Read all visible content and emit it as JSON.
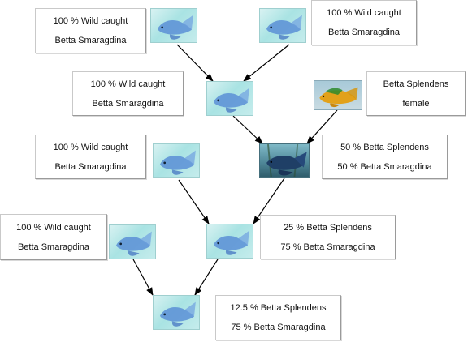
{
  "generations": {
    "g1_left": {
      "line1": "100 % Wild caught",
      "line2": "Betta Smaragdina"
    },
    "g1_right": {
      "line1": "100 % Wild caught",
      "line2": "Betta Smaragdina"
    },
    "g2_left": {
      "line1": "100 % Wild caught",
      "line2": "Betta Smaragdina"
    },
    "g2_female": {
      "line1": "Betta Splendens",
      "line2": "female"
    },
    "g3_left": {
      "line1": "100 % Wild caught",
      "line2": "Betta Smaragdina"
    },
    "g3_hybrid": {
      "line1": "50 % Betta Splendens",
      "line2": "50 % Betta Smaragdina"
    },
    "g4_left": {
      "line1": "100 % Wild caught",
      "line2": "Betta Smaragdina"
    },
    "g4_hybrid": {
      "line1": "25 % Betta Splendens",
      "line2": "75 % Betta Smaragdina"
    },
    "g5_hybrid": {
      "line1": "12.5 % Betta Splendens",
      "line2": "75 % Betta Smaragdina"
    }
  },
  "colors": {
    "arrow": "#000000",
    "smaragdina_fish": "#5a8fd6",
    "splendens_female": "#e2a11a",
    "hybrid_fish": "#1f3f66"
  },
  "icons": {
    "smaragdina": "betta-smaragdina-fish-icon",
    "female": "betta-splendens-female-fish-icon",
    "hybrid": "hybrid-betta-fish-icon"
  }
}
